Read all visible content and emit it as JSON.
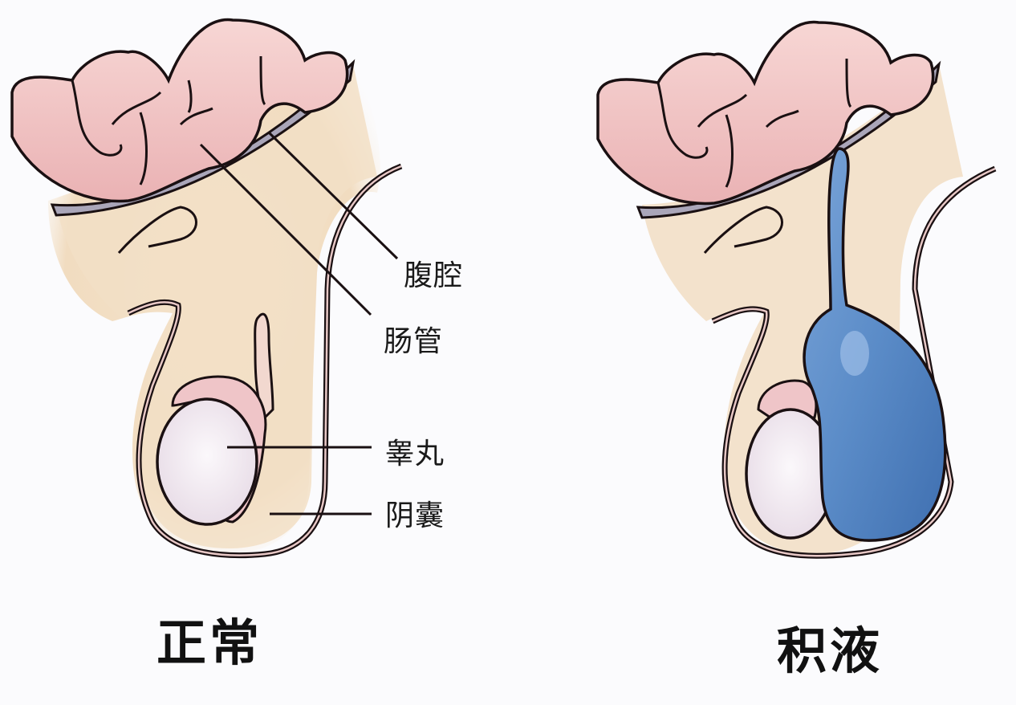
{
  "diagram": {
    "title": "Normal vs. Hydrocele comparison",
    "colors": {
      "background": "#fbfbfd",
      "intestine": "#f4c9c9",
      "tissue": "#f3e1c8",
      "peritoneum_gray": "#a8a4b6",
      "testis": "#f3eef4",
      "epididymis": "#efc5c8",
      "fluid": "#5f8ec9",
      "outline": "#1a1012"
    },
    "panels": [
      {
        "id": "normal",
        "caption": "正常",
        "labels": [
          {
            "text": "腹腔",
            "meaning": "abdominal cavity"
          },
          {
            "text": "肠管",
            "meaning": "intestine"
          },
          {
            "text": "睾丸",
            "meaning": "testis"
          },
          {
            "text": "阴囊",
            "meaning": "scrotum"
          }
        ]
      },
      {
        "id": "hydrocele",
        "caption": "积液",
        "labels": []
      }
    ]
  }
}
